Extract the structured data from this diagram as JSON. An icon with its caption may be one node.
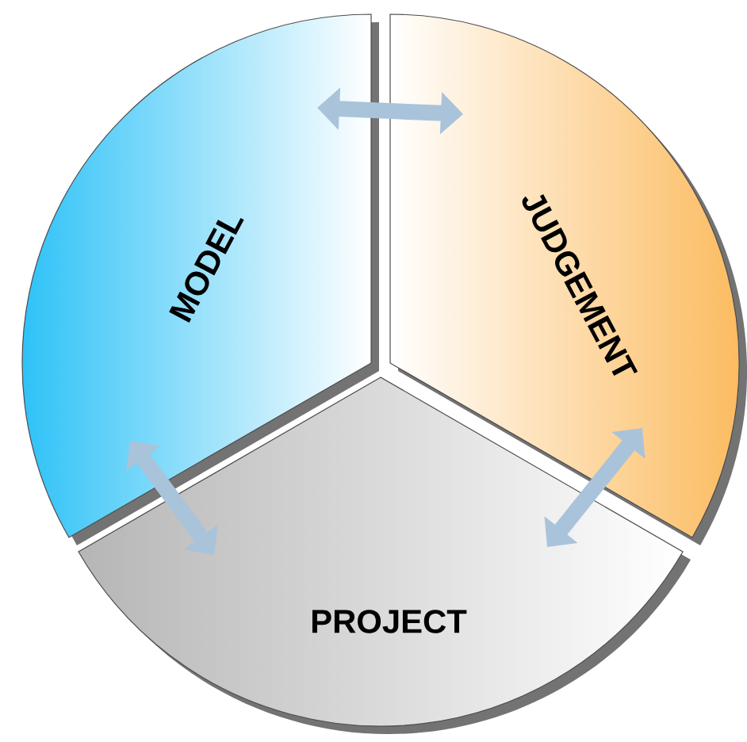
{
  "diagram": {
    "nodes": [
      {
        "text": [
          "MODEL"
        ]
      },
      {
        "text": [
          "JUDGEMENT"
        ]
      },
      {
        "text": [
          "PROJECT"
        ]
      }
    ],
    "edges": [
      {
        "from": 0,
        "to": 1,
        "arrow": "both"
      },
      {
        "from": 0,
        "to": 2,
        "arrow": "both"
      },
      {
        "from": 1,
        "to": 2,
        "arrow": "both"
      }
    ]
  }
}
